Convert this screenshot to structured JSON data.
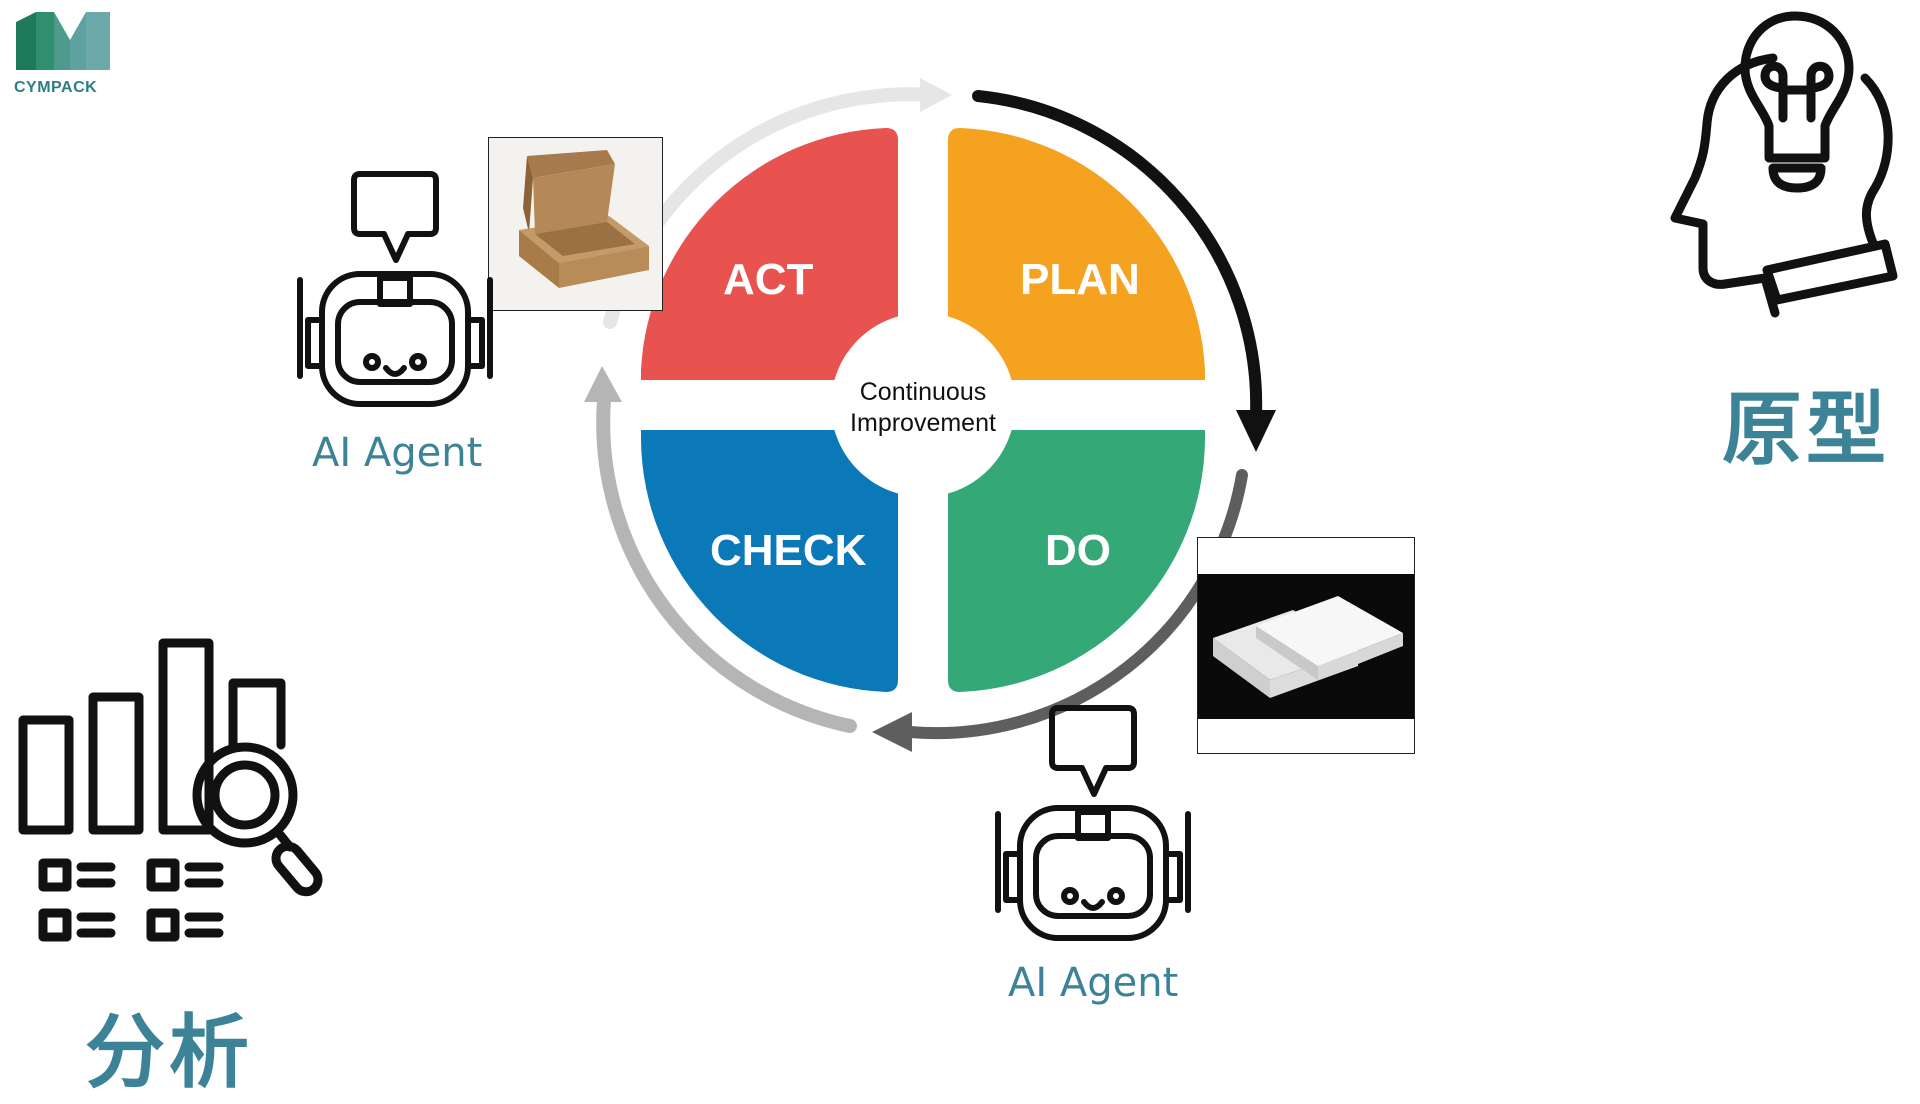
{
  "logo": {
    "text": "CYMPACK",
    "colors": {
      "dark": "#1f7a5c",
      "light": "#5fa0a0"
    }
  },
  "cycle": {
    "center": {
      "line1": "Continuous",
      "line2": "Improvement"
    },
    "quadrants": [
      {
        "id": "act",
        "label": "ACT",
        "color": "#e8524f"
      },
      {
        "id": "plan",
        "label": "PLAN",
        "color": "#f4a21f"
      },
      {
        "id": "check",
        "label": "CHECK",
        "color": "#0b78b8"
      },
      {
        "id": "do",
        "label": "DO",
        "color": "#34a877"
      }
    ]
  },
  "agents": [
    {
      "id": "agent-left",
      "label": "AI Agent"
    },
    {
      "id": "agent-right",
      "label": "AI Agent"
    }
  ],
  "labels": {
    "prototype": "原型",
    "analysis": "分析"
  },
  "photos": [
    {
      "id": "kraft-box",
      "description_icon": "cardboard-box-photo"
    },
    {
      "id": "white-box",
      "description_icon": "white-box-photo"
    }
  ],
  "accent_color": "#3c8397"
}
